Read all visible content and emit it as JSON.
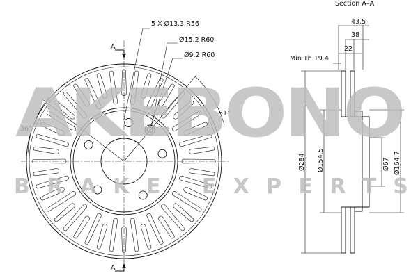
{
  "section_title": "Section A–A",
  "section_marks": [
    "A",
    "A"
  ],
  "callouts": {
    "bolt_holes": "5 X Ø13.3 R56",
    "hole_15": "Ø15.2 R60",
    "hole_9": "Ø9.2 R60",
    "angle_left": "36°",
    "angle_right": "51°"
  },
  "section_dims": {
    "min_thickness": "Min Th 19.4",
    "width_total": "43.5",
    "width_38": "38",
    "width_22": "22",
    "dia_284": "Ø284",
    "dia_154": "Ø154.5",
    "dia_67": "Ø67",
    "dia_164": "Ø164.7"
  },
  "watermark": {
    "logo": "AKEBONO",
    "tagline": "BRAKE EXPERTS"
  },
  "colors": {
    "line": "#111111",
    "watermark": "#bdbdbd"
  }
}
